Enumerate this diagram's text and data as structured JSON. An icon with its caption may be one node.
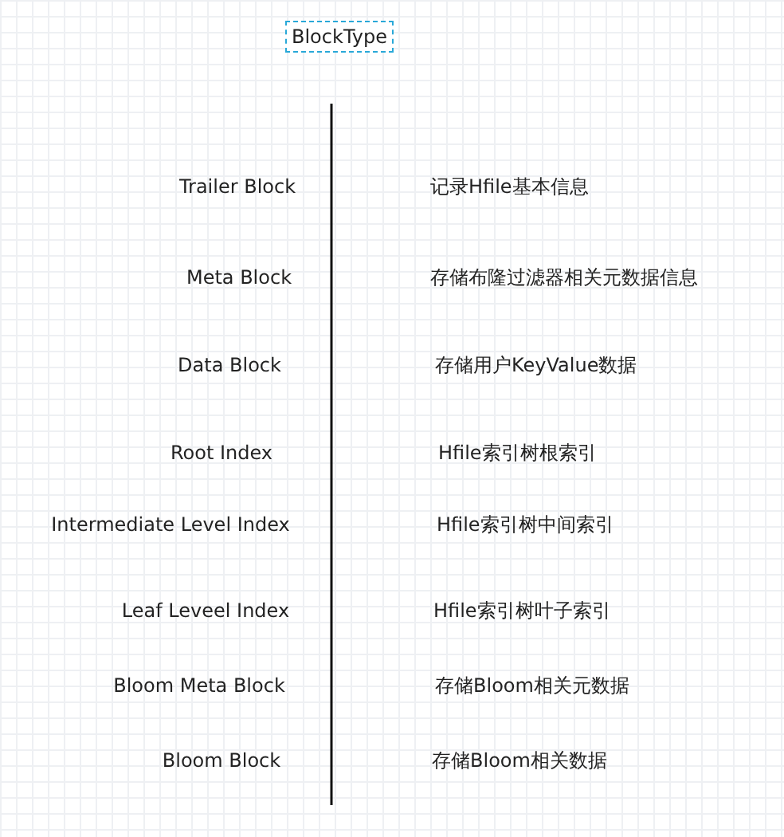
{
  "diagram": {
    "nodes": [
      {
        "text": [
          "BlockType"
        ]
      }
    ],
    "labels": [
      "Trailer Block",
      "记录Hfile基本信息",
      "Meta Block",
      "存储布隆过滤器相关元数据信息",
      "Data Block",
      "存储用户KeyValue数据",
      "Root Index",
      "Hfile索引树根索引",
      "Intermediate Level Index",
      "Hfile索引树中间索引",
      "Leaf Leveel Index",
      "Hfile索引树叶子索引",
      "Bloom Meta Block",
      "存储Bloom相关元数据",
      "Bloom Block",
      "存储Bloom相关数据"
    ]
  }
}
